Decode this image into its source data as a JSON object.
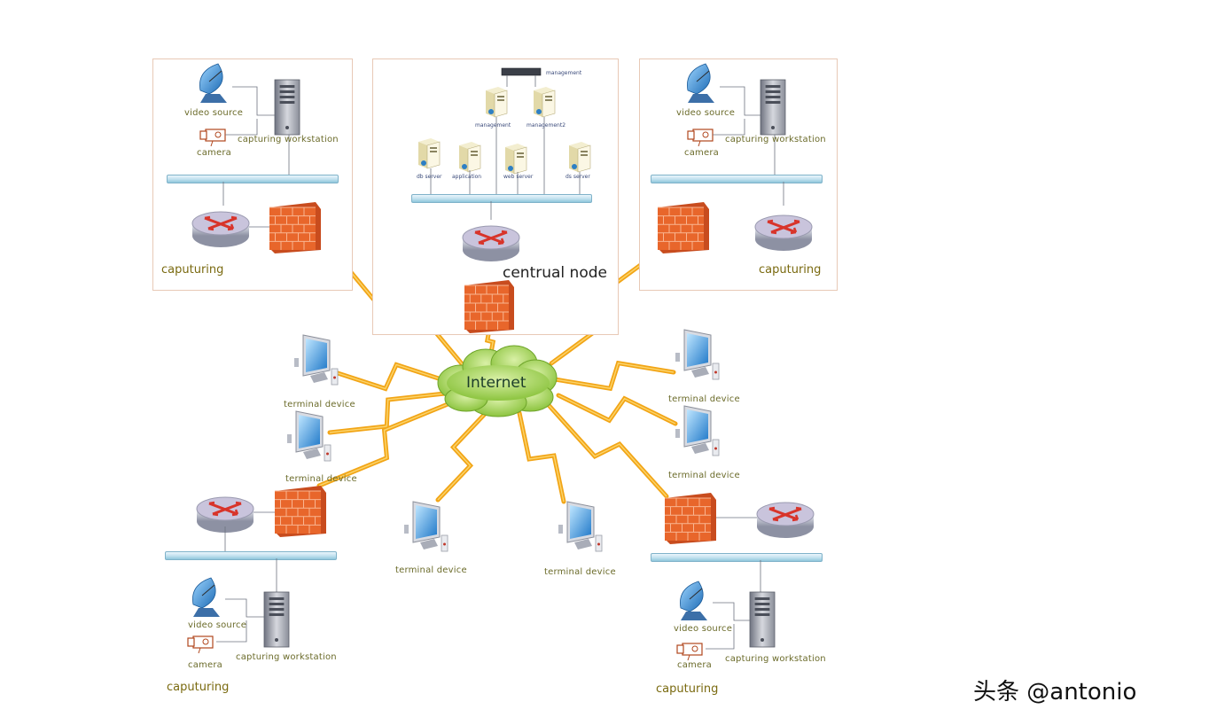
{
  "diagram": {
    "cloud_label": "Internet",
    "central_label": "centrual node",
    "watermark": "头条 @antonio",
    "station_top_left": {
      "video_label": "video source",
      "station_label": "capturing workstation",
      "camera_label": "camera",
      "site_label": "caputuring"
    },
    "station_top_right": {
      "video_label": "video source",
      "station_label": "capturing workstation",
      "camera_label": "camera",
      "site_label": "caputuring"
    },
    "station_bottom_left": {
      "video_label": "video source",
      "station_label": "capturing workstation",
      "camera_label": "camera",
      "site_label": "caputuring"
    },
    "station_bottom_right": {
      "video_label": "video source",
      "station_label": "capturing workstation",
      "camera_label": "camera",
      "site_label": "caputuring"
    },
    "central_servers": {
      "switch_label": "management",
      "server_a_label": "management",
      "server_b_label": "management2",
      "srv1": "db server",
      "srv2": "application",
      "srv3": "web server",
      "srv4": "ds server"
    },
    "terminals": [
      {
        "label": "terminal device"
      },
      {
        "label": "terminal device"
      },
      {
        "label": "terminal device"
      },
      {
        "label": "terminal device"
      },
      {
        "label": "terminal device"
      },
      {
        "label": "terminal device"
      }
    ],
    "colors": {
      "bolt": "#f2a516",
      "firewall": "#e8662b",
      "router": "#b9bcc8",
      "cloud": "#8cc43f",
      "bus": "#bfe0ee"
    }
  }
}
